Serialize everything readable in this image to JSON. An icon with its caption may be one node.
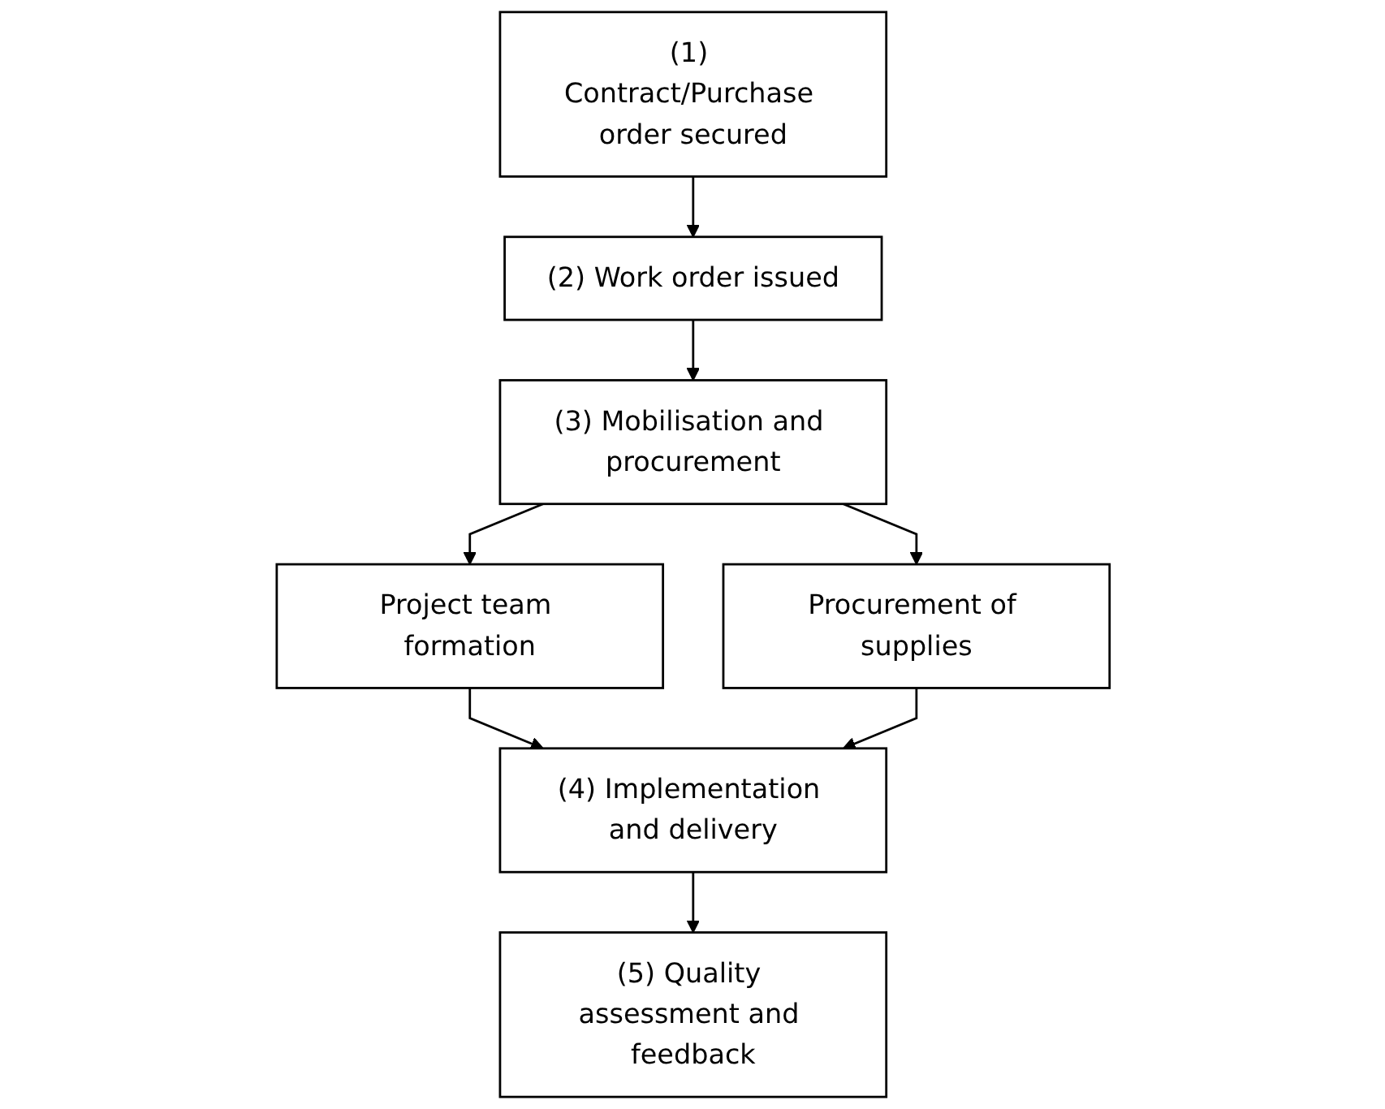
{
  "diagram": {
    "nodes": [
      {
        "text": [
          "(1) Contract/Purchase order secured"
        ]
      },
      {
        "text": [
          "(2) Work order issued"
        ]
      },
      {
        "text": [
          "(3) Mobilisation and procurement"
        ]
      },
      {
        "text": [
          "Project team formation"
        ]
      },
      {
        "text": [
          "Procurement of supplies"
        ]
      },
      {
        "text": [
          "(4) Implementation and delivery"
        ]
      },
      {
        "text": [
          "(5) Quality assessment and feedback"
        ]
      }
    ],
    "edges": [
      {
        "from": 0,
        "to": 1,
        "arrow": "to"
      },
      {
        "from": 1,
        "to": 2,
        "arrow": "to"
      },
      {
        "from": 2,
        "to": 3,
        "arrow": "to"
      },
      {
        "from": 2,
        "to": 4,
        "arrow": "to"
      },
      {
        "from": 3,
        "to": 5,
        "arrow": "to"
      },
      {
        "from": 4,
        "to": 5,
        "arrow": "to"
      },
      {
        "from": 5,
        "to": 6,
        "arrow": "to"
      }
    ]
  }
}
